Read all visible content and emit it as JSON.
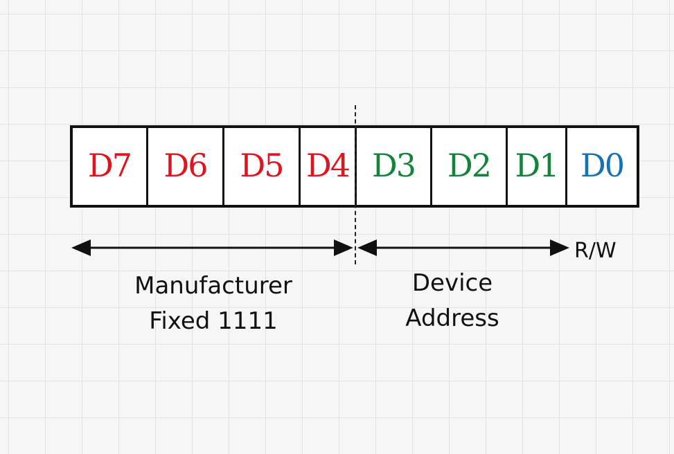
{
  "bits": [
    {
      "label": "D7",
      "color": "#e0141e"
    },
    {
      "label": "D6",
      "color": "#e0141e"
    },
    {
      "label": "D5",
      "color": "#e0141e"
    },
    {
      "label": "D4",
      "color": "#e0141e"
    },
    {
      "label": "D3",
      "color": "#14843a"
    },
    {
      "label": "D2",
      "color": "#14843a"
    },
    {
      "label": "D1",
      "color": "#14843a"
    },
    {
      "label": "D0",
      "color": "#1672b2"
    }
  ],
  "groups": {
    "manufacturer": {
      "line1": "Manufacturer",
      "line2": "Fixed 1111"
    },
    "device": {
      "line1": "Device",
      "line2": "Address"
    },
    "rw": "R/W"
  }
}
